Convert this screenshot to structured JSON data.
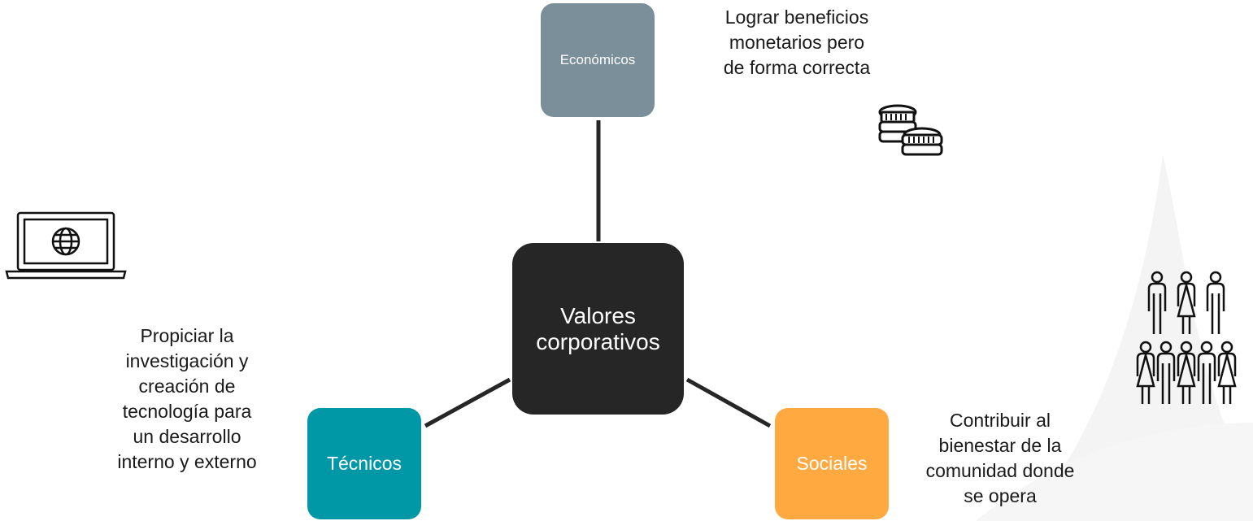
{
  "center": {
    "label_lines": [
      "Valores",
      "corporativos"
    ],
    "color": "#262626"
  },
  "nodes": {
    "economicos": {
      "label": "Económicos",
      "color": "#7A8F99",
      "description_lines": [
        "Lograr beneficios",
        "monetarios pero",
        "de forma correcta"
      ],
      "icon": "coins-icon"
    },
    "tecnicos": {
      "label": "Técnicos",
      "color": "#0097A7",
      "description_lines": [
        "Propiciar la",
        "investigación y",
        "creación de",
        "tecnología para",
        "un desarrollo",
        "interno y externo"
      ],
      "icon": "laptop-globe-icon"
    },
    "sociales": {
      "label": "Sociales",
      "color": "#FFA940",
      "description_lines": [
        "Contribuir al",
        "bienestar de la",
        "comunidad donde",
        "se opera"
      ],
      "icon": "people-group-icon"
    }
  },
  "connector_color": "#262626"
}
